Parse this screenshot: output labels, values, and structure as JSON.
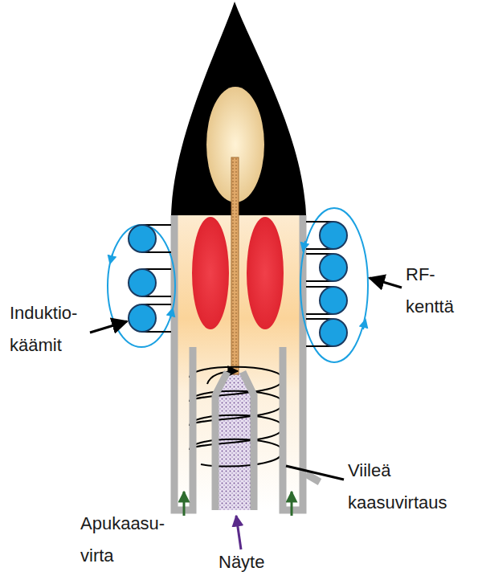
{
  "diagram": {
    "labels": [
      "Induktio- käämit",
      "RF- kenttä",
      "Viileä kaasuvirtaus",
      "Apukaasu- virta",
      "Näyte"
    ]
  }
}
